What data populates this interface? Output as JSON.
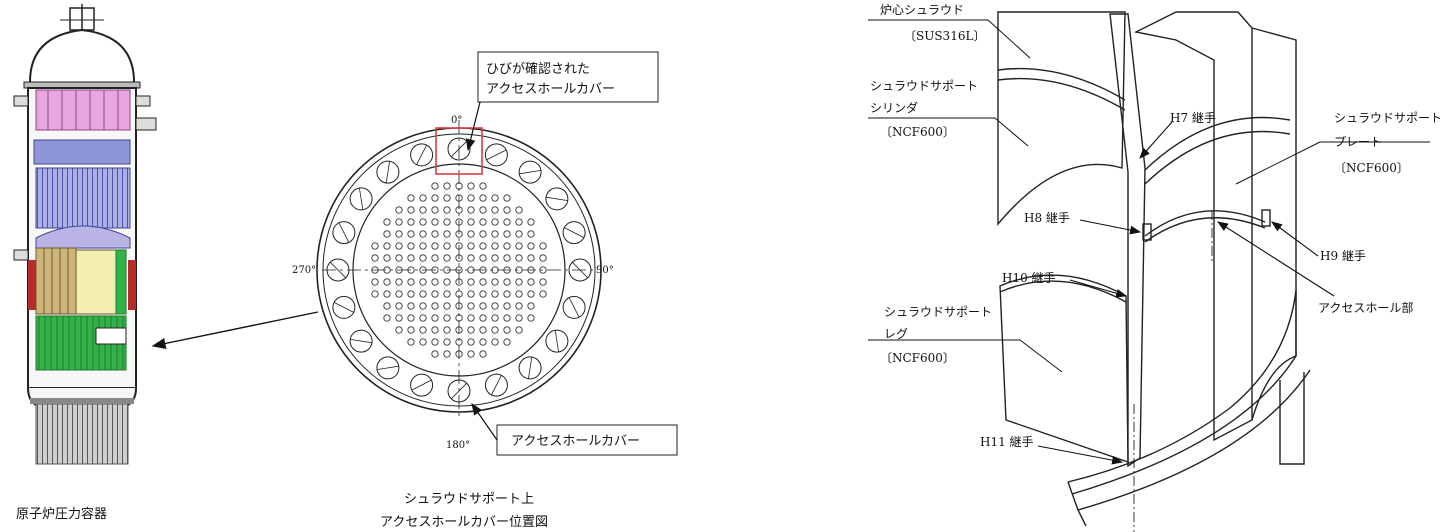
{
  "vessel": {
    "caption": "原子炉圧力容器"
  },
  "plan_view": {
    "callout_crack": [
      "ひびが確認された",
      "アクセスホールカバー"
    ],
    "callout_cover": "アクセスホールカバー",
    "angle_0": "0°",
    "angle_90": "90°",
    "angle_180": "180°",
    "angle_270": "270°",
    "caption": [
      "シュラウドサポート上",
      "アクセスホールカバー位置図"
    ]
  },
  "section_view": {
    "core_shroud": [
      "炉心シュラウド",
      "〔SUS316L〕"
    ],
    "support_cylinder": [
      "シュラウドサポート",
      "シリンダ",
      "〔NCF600〕"
    ],
    "support_plate": [
      "シュラウドサポート",
      "プレート",
      "〔NCF600〕"
    ],
    "support_leg": [
      "シュラウドサポート",
      "レグ",
      "〔NCF600〕"
    ],
    "h7": "H7 継手",
    "h8": "H8 継手",
    "h9": "H9 継手",
    "h10": "H10 継手",
    "h11": "H11 継手",
    "access_hole": "アクセスホール部"
  },
  "colors": {
    "callout_box": "#d94040",
    "upper_internals": "#e8a6e0",
    "separator": "#8f96d8",
    "dryer_dome": "#b9b3e6",
    "core_yellow": "#f3efb0",
    "core_tan": "#cdb57a",
    "lower_green": "#34b24a",
    "red_accent": "#b82b2b"
  }
}
